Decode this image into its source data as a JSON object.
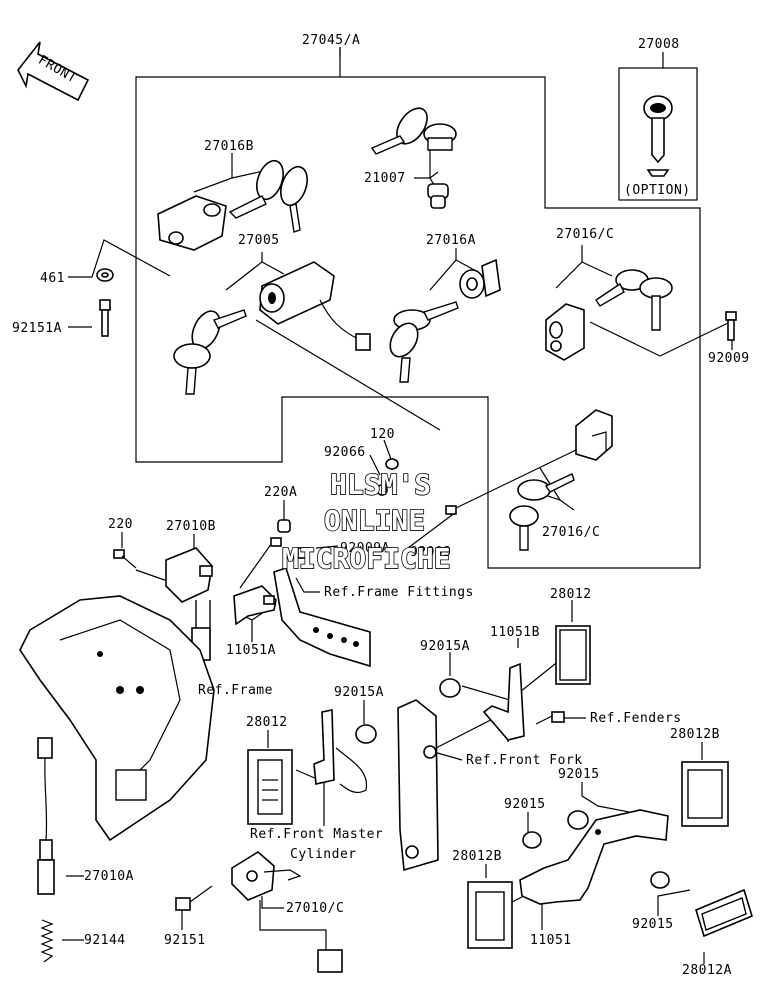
{
  "labels": {
    "front": "FRONT",
    "ignition_set": "27045/A",
    "key_option": "27008",
    "option_text": "(OPTION)",
    "key_set_b": "27016B",
    "key_set_c_top": "27016/C",
    "key_set_a": "27016A",
    "key_set_c_low": "27016/C",
    "cap": "21007",
    "switch": "27005",
    "washer": "461",
    "bolt_a": "92151A",
    "screw_right": "92009",
    "pin": "120",
    "spring": "92066",
    "screw_a": "92009A",
    "screw_mid": "92009",
    "screw_220a": "220A",
    "screw_220": "220",
    "switch_b": "27010B",
    "bracket_a": "11051A",
    "bracket_b": "11051B",
    "ref_frame_fittings": "Ref.Frame Fittings",
    "ref_frame": "Ref.Frame",
    "ref_fenders": "Ref.Fenders",
    "ref_front_fork": "Ref.Front Fork",
    "ref_master_1": "Ref.Front Master",
    "ref_master_2": "Cylinder",
    "reflector_top": "28012",
    "reflector_left": "28012",
    "reflector_b_right": "28012B",
    "reflector_b_low": "28012B",
    "reflector_a": "28012A",
    "nut_a1": "92015A",
    "nut_a2": "92015A",
    "nut_1": "92015",
    "nut_2": "92015",
    "nut_3": "92015",
    "switch_a": "27010A",
    "switch_c": "27010/C",
    "spring_b": "92144",
    "bolt": "92151",
    "bracket": "11051"
  },
  "watermark": {
    "line1": "HLSM'S",
    "line2": "ONLINE",
    "line3": "MICROFICHE"
  }
}
